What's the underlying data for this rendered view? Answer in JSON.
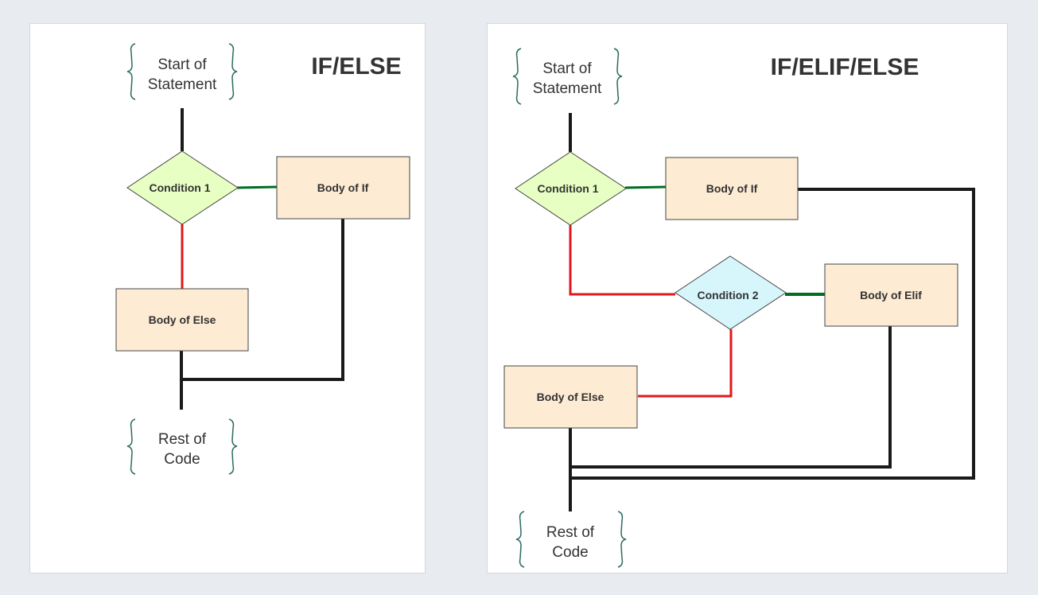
{
  "left": {
    "title": "IF/ELSE",
    "start": [
      "Start of",
      "Statement"
    ],
    "condition1": "Condition 1",
    "body_if": "Body of If",
    "body_else": "Body of Else",
    "rest": [
      "Rest of",
      "Code"
    ]
  },
  "right": {
    "title": "IF/ELIF/ELSE",
    "start": [
      "Start of",
      "Statement"
    ],
    "condition1": "Condition 1",
    "body_if": "Body of If",
    "condition2": "Condition 2",
    "body_elif": "Body of Elif",
    "body_else": "Body of Else",
    "rest": [
      "Rest of",
      "Code"
    ]
  },
  "colors": {
    "true_branch": "#006e1e",
    "false_branch": "#e0181b",
    "flow_line": "#1a1a1a",
    "condition1_fill": "#e7ffc2",
    "condition2_fill": "#d6f6fb",
    "body_fill": "#fdebd3",
    "brace": "#2e6a60"
  }
}
